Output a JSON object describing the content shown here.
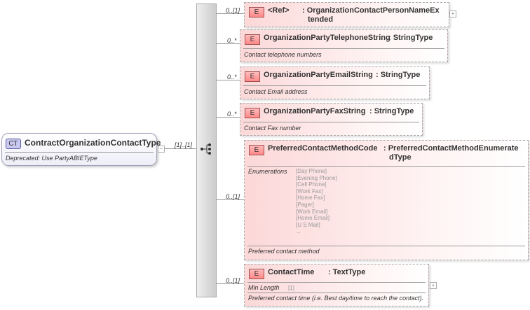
{
  "root": {
    "badge": "CT",
    "name": "ContractOrganizationContactType",
    "doc": "Deprecated: Use PartyABIEType",
    "cardinality": "[1]..[1]"
  },
  "elements": [
    {
      "badge": "E",
      "name": "<Ref>",
      "type": ": OrganizationContactPersonNameEx",
      "type2": "tended",
      "cardinality": "0..[1]"
    },
    {
      "badge": "E",
      "name": "OrganizationPartyTelephoneString",
      "type": ": StringType",
      "doc": "Contact telephone numbers",
      "cardinality": "0..*"
    },
    {
      "badge": "E",
      "name": "OrganizationPartyEmailString",
      "type": ": StringType",
      "doc": "Contact Email address",
      "cardinality": "0..*"
    },
    {
      "badge": "E",
      "name": "OrganizationPartyFaxString",
      "type": ": StringType",
      "doc": "Contact Fax number",
      "cardinality": "0..*"
    },
    {
      "badge": "E",
      "name": "PreferredContactMethodCode",
      "type": ": PreferredContactMethodEnumerate",
      "type2": "dType",
      "enum_label": "Enumerations",
      "enums": [
        "[Day Phone]",
        "[Evening Phone]",
        "[Cell Phone]",
        "[Work Fax]",
        "[Home Fax]",
        "[Pager]",
        "[Work Email]",
        "[Home Email]",
        "[U S Mail]",
        "..."
      ],
      "doc": "Preferred contact method",
      "cardinality": "0..[1]"
    },
    {
      "badge": "E",
      "name": "ContactTime",
      "type": ": TextType",
      "facet_label": "Min Length",
      "facet_value": "[1]",
      "doc": "Preferred contact time (i.e. Best day/time to reach the contact).",
      "cardinality": "0..[1]"
    }
  ],
  "colors": {
    "element": "#f88",
    "complex_type": "#c8c8f0"
  }
}
